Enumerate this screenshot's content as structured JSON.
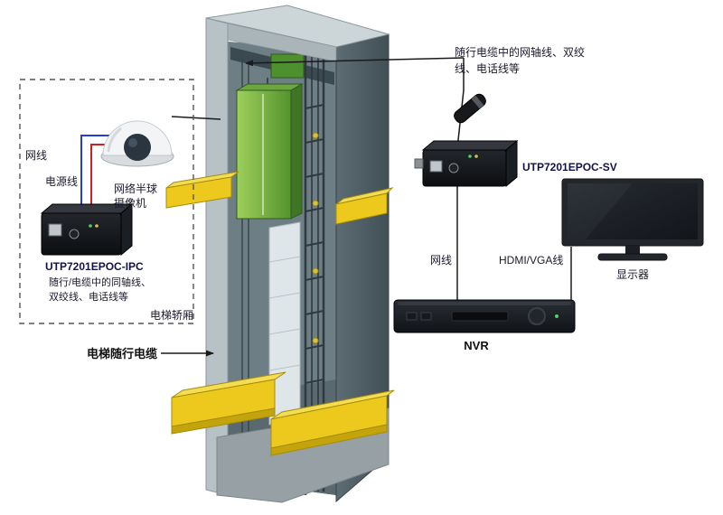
{
  "diagram": {
    "left_box": {
      "net_cable": "网线",
      "power_cable": "电源线",
      "camera_line1": "网络半球",
      "camera_line2": "摄像机",
      "device_label": "UTP7201EPOC-IPC",
      "note_line1": "随行/电缆中的同轴线、",
      "note_line2": "双绞线、电话线等",
      "car_label": "电梯轿厢"
    },
    "shaft": {
      "traveling_cable_label": "电梯随行电缆"
    },
    "right": {
      "note_line1": "随行电缆中的网轴线、双绞",
      "note_line2": "线、电话线等",
      "device_label": "UTP7201EPOC-SV",
      "net_cable": "网线",
      "hdmi_cable": "HDMI/VGA线",
      "monitor_label": "显示器",
      "nvr_label": "NVR"
    },
    "colors": {
      "wire_network": "#1f3fd0",
      "wire_power": "#d02020",
      "platform_yellow": "#ecc91c",
      "platform_yellow_top": "#f4dd55",
      "platform_yellow_side": "#c3a40c",
      "car_green_light": "#9ed05a",
      "car_green_dark": "#54922e",
      "line_black": "#1a1a1a"
    }
  }
}
